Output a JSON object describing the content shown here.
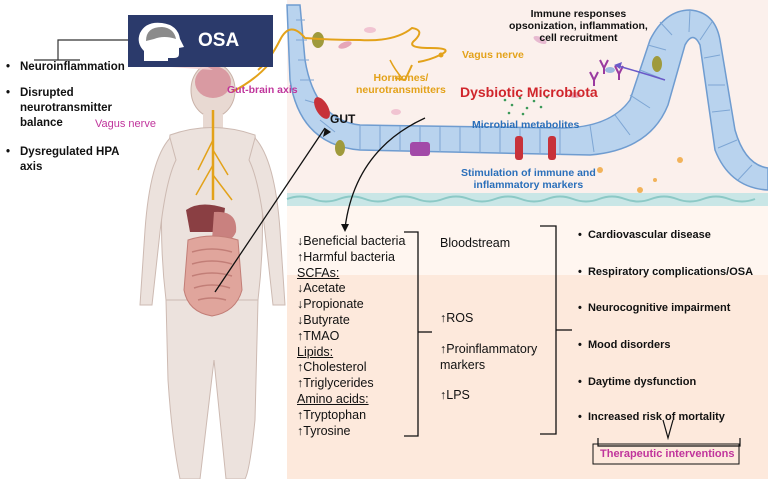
{
  "osa_label": "OSA",
  "left_effects": [
    {
      "bullet": "•",
      "text": [
        "Neuroinflammation"
      ]
    },
    {
      "bullet": "•",
      "text": [
        "Disrupted",
        "neurotransmitter",
        "balance"
      ]
    },
    {
      "bullet": "•",
      "text": [
        "Dysregulated HPA",
        "axis"
      ]
    }
  ],
  "labels": {
    "gut_brain_axis": "Gut-brain axis",
    "vagus_nerve_body": "Vagus nerve",
    "vagus_nerve_gut": "Vagus nerve",
    "gut": "GUT",
    "hormones": [
      "Hormones/",
      "neurotransmitters"
    ],
    "dysbiotic": "Dysbiotic Microbiota",
    "immune": [
      "Immune responses",
      "opsonization, inflammation,",
      "cell recruitment"
    ],
    "metabolites": "Microbial metabolites",
    "stimulation": [
      "Stimulation of immune and",
      "inflammatory markers"
    ],
    "bloodstream": "Bloodstream",
    "ros": "↑ROS",
    "proinflammatory": [
      "↑Proinflammatory",
      "markers"
    ],
    "lps": "↑LPS",
    "therapeutic": "Therapeutic interventions"
  },
  "gut_changes": [
    {
      "text": "↓Beneficial bacteria",
      "heading": false
    },
    {
      "text": "↑Harmful bacteria",
      "heading": false
    },
    {
      "text": "SCFAs:",
      "heading": true
    },
    {
      "text": "↓Acetate",
      "heading": false
    },
    {
      "text": "↓Propionate",
      "heading": false
    },
    {
      "text": "↓Butyrate",
      "heading": false
    },
    {
      "text": "↑TMAO",
      "heading": false
    },
    {
      "text": "Lipids:",
      "heading": true
    },
    {
      "text": "↑Cholesterol",
      "heading": false
    },
    {
      "text": "↑Triglycerides",
      "heading": false
    },
    {
      "text": "Amino acids:",
      "heading": true
    },
    {
      "text": "↑Tryptophan",
      "heading": false
    },
    {
      "text": "↑Tyrosine",
      "heading": false
    }
  ],
  "outcomes": [
    {
      "bullet": "•",
      "text": "Cardiovascular disease"
    },
    {
      "bullet": "•",
      "text": "Respiratory complications/OSA"
    },
    {
      "bullet": "•",
      "text": "Neurocognitive impairment"
    },
    {
      "bullet": "•",
      "text": "Mood disorders"
    },
    {
      "bullet": "•",
      "text": "Daytime dysfunction"
    },
    {
      "bullet": "•",
      "text": "Increased risk of mortality"
    }
  ],
  "colors": {
    "osa_box": "#2b3a6b",
    "vagus_pink": "#c0359c",
    "nerve_orange": "#e3a21a",
    "dysbiotic_red": "#d0262c",
    "metabolite_blue": "#2a6fba",
    "gut_wall": "#b9d3ee",
    "gut_lumen": "#fbeee8",
    "lower_panel": "#fde6d6"
  }
}
